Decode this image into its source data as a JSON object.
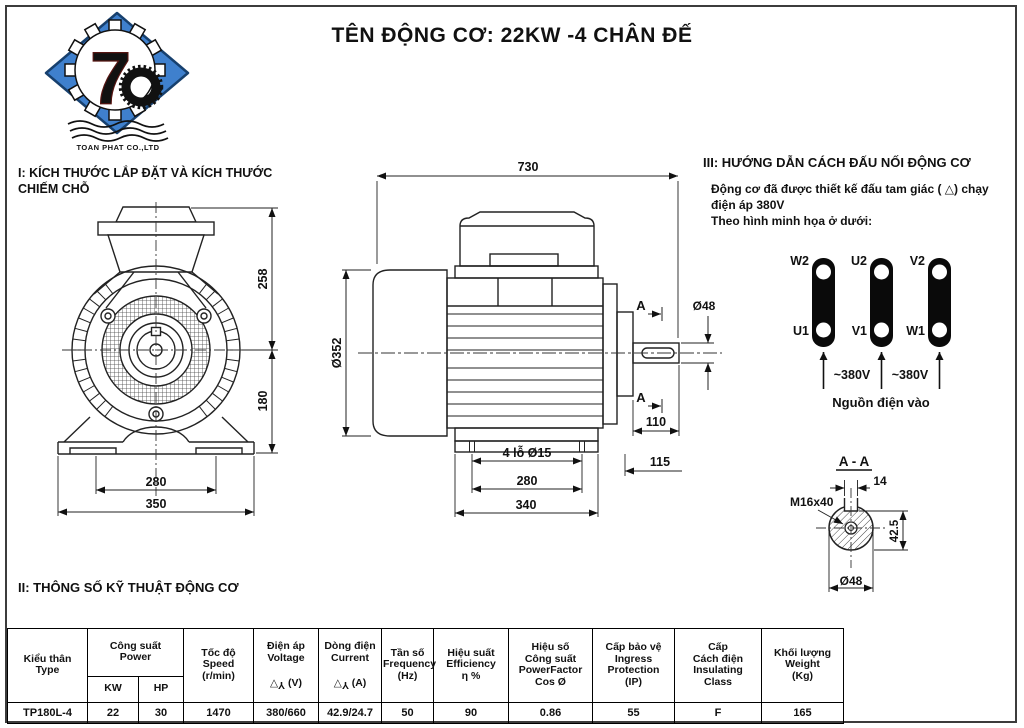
{
  "page": {
    "title": "TÊN ĐỘNG CƠ: 22KW -4 CHÂN ĐẾ"
  },
  "logo": {
    "company": "TOAN PHAT CO.,LTD"
  },
  "section1": {
    "heading": "I: KÍCH THƯỚC LẮP ĐẶT VÀ KÍCH THƯỚC\nCHIẾM CHỖ"
  },
  "section2": {
    "heading": "II: THÔNG SỐ KỸ THUẬT ĐỘNG CƠ"
  },
  "section3": {
    "heading": "III: HƯỚNG DẪN CÁCH ĐẤU NỐI ĐỘNG CƠ",
    "body": "Động cơ đã được thiết kế đấu tam giác ( △) chạy\nđiện áp 380V\nTheo hình minh họa ở dưới:",
    "terminals_top": [
      "W2",
      "U2",
      "V2"
    ],
    "terminals_bottom": [
      "U1",
      "V1",
      "W1"
    ],
    "voltage_left": "~380V",
    "voltage_right": "~380V",
    "source_label": "Nguồn điện vào"
  },
  "front_view": {
    "dim_top_height": "258",
    "dim_shaft_height": "180",
    "dim_foot_holes": "280",
    "dim_base_width": "350"
  },
  "side_view": {
    "dim_length": "730",
    "dim_body_dia": "Ø352",
    "dim_shaft_dia": "Ø48",
    "dim_shaft_len": "110",
    "dim_end_offset": "115",
    "dim_holes_note": "4 lỗ Ø15",
    "dim_foot_span": "280",
    "dim_base_len": "340",
    "cut_label": "A"
  },
  "section_aa": {
    "title": "A - A",
    "dim_key_width": "14",
    "thread_label": "M16x40",
    "dim_key_depth": "42.5",
    "dim_shaft_dia": "Ø48"
  },
  "spec_table": {
    "col_type": "Kiểu thân\nType",
    "col_power": "Công suất\nPower",
    "sub_kw": "KW",
    "sub_hp": "HP",
    "col_speed": "Tốc độ\nSpeed\n(r/min)",
    "col_voltage_lines": "Điện áp\nVoltage",
    "col_current_lines": "Dòng điện\nCurrent",
    "delta": "△",
    "wye": "Y",
    "volt_unit": "(V)",
    "amp_unit": "(A)",
    "col_freq": "Tần số\nFrequency\n(Hz)",
    "col_eff": "Hiệu suất\nEfficiency\nη %",
    "col_pf": "Hiệu số\nCông suất\nPowerFactor\nCos Ø",
    "col_ip": "Cấp bảo vệ\nIngress\nProtection\n(IP)",
    "col_class": "Cấp\nCách điện\nInsulating\nClass",
    "col_weight": "Khối lượng\nWeight\n(Kg)",
    "row": {
      "type": "TP180L-4",
      "kw": "22",
      "hp": "30",
      "speed": "1470",
      "voltage": "380/660",
      "current": "42.9/24.7",
      "freq": "50",
      "eff": "90",
      "pf": "0.86",
      "ip": "55",
      "ins": "F",
      "weight": "165"
    }
  }
}
